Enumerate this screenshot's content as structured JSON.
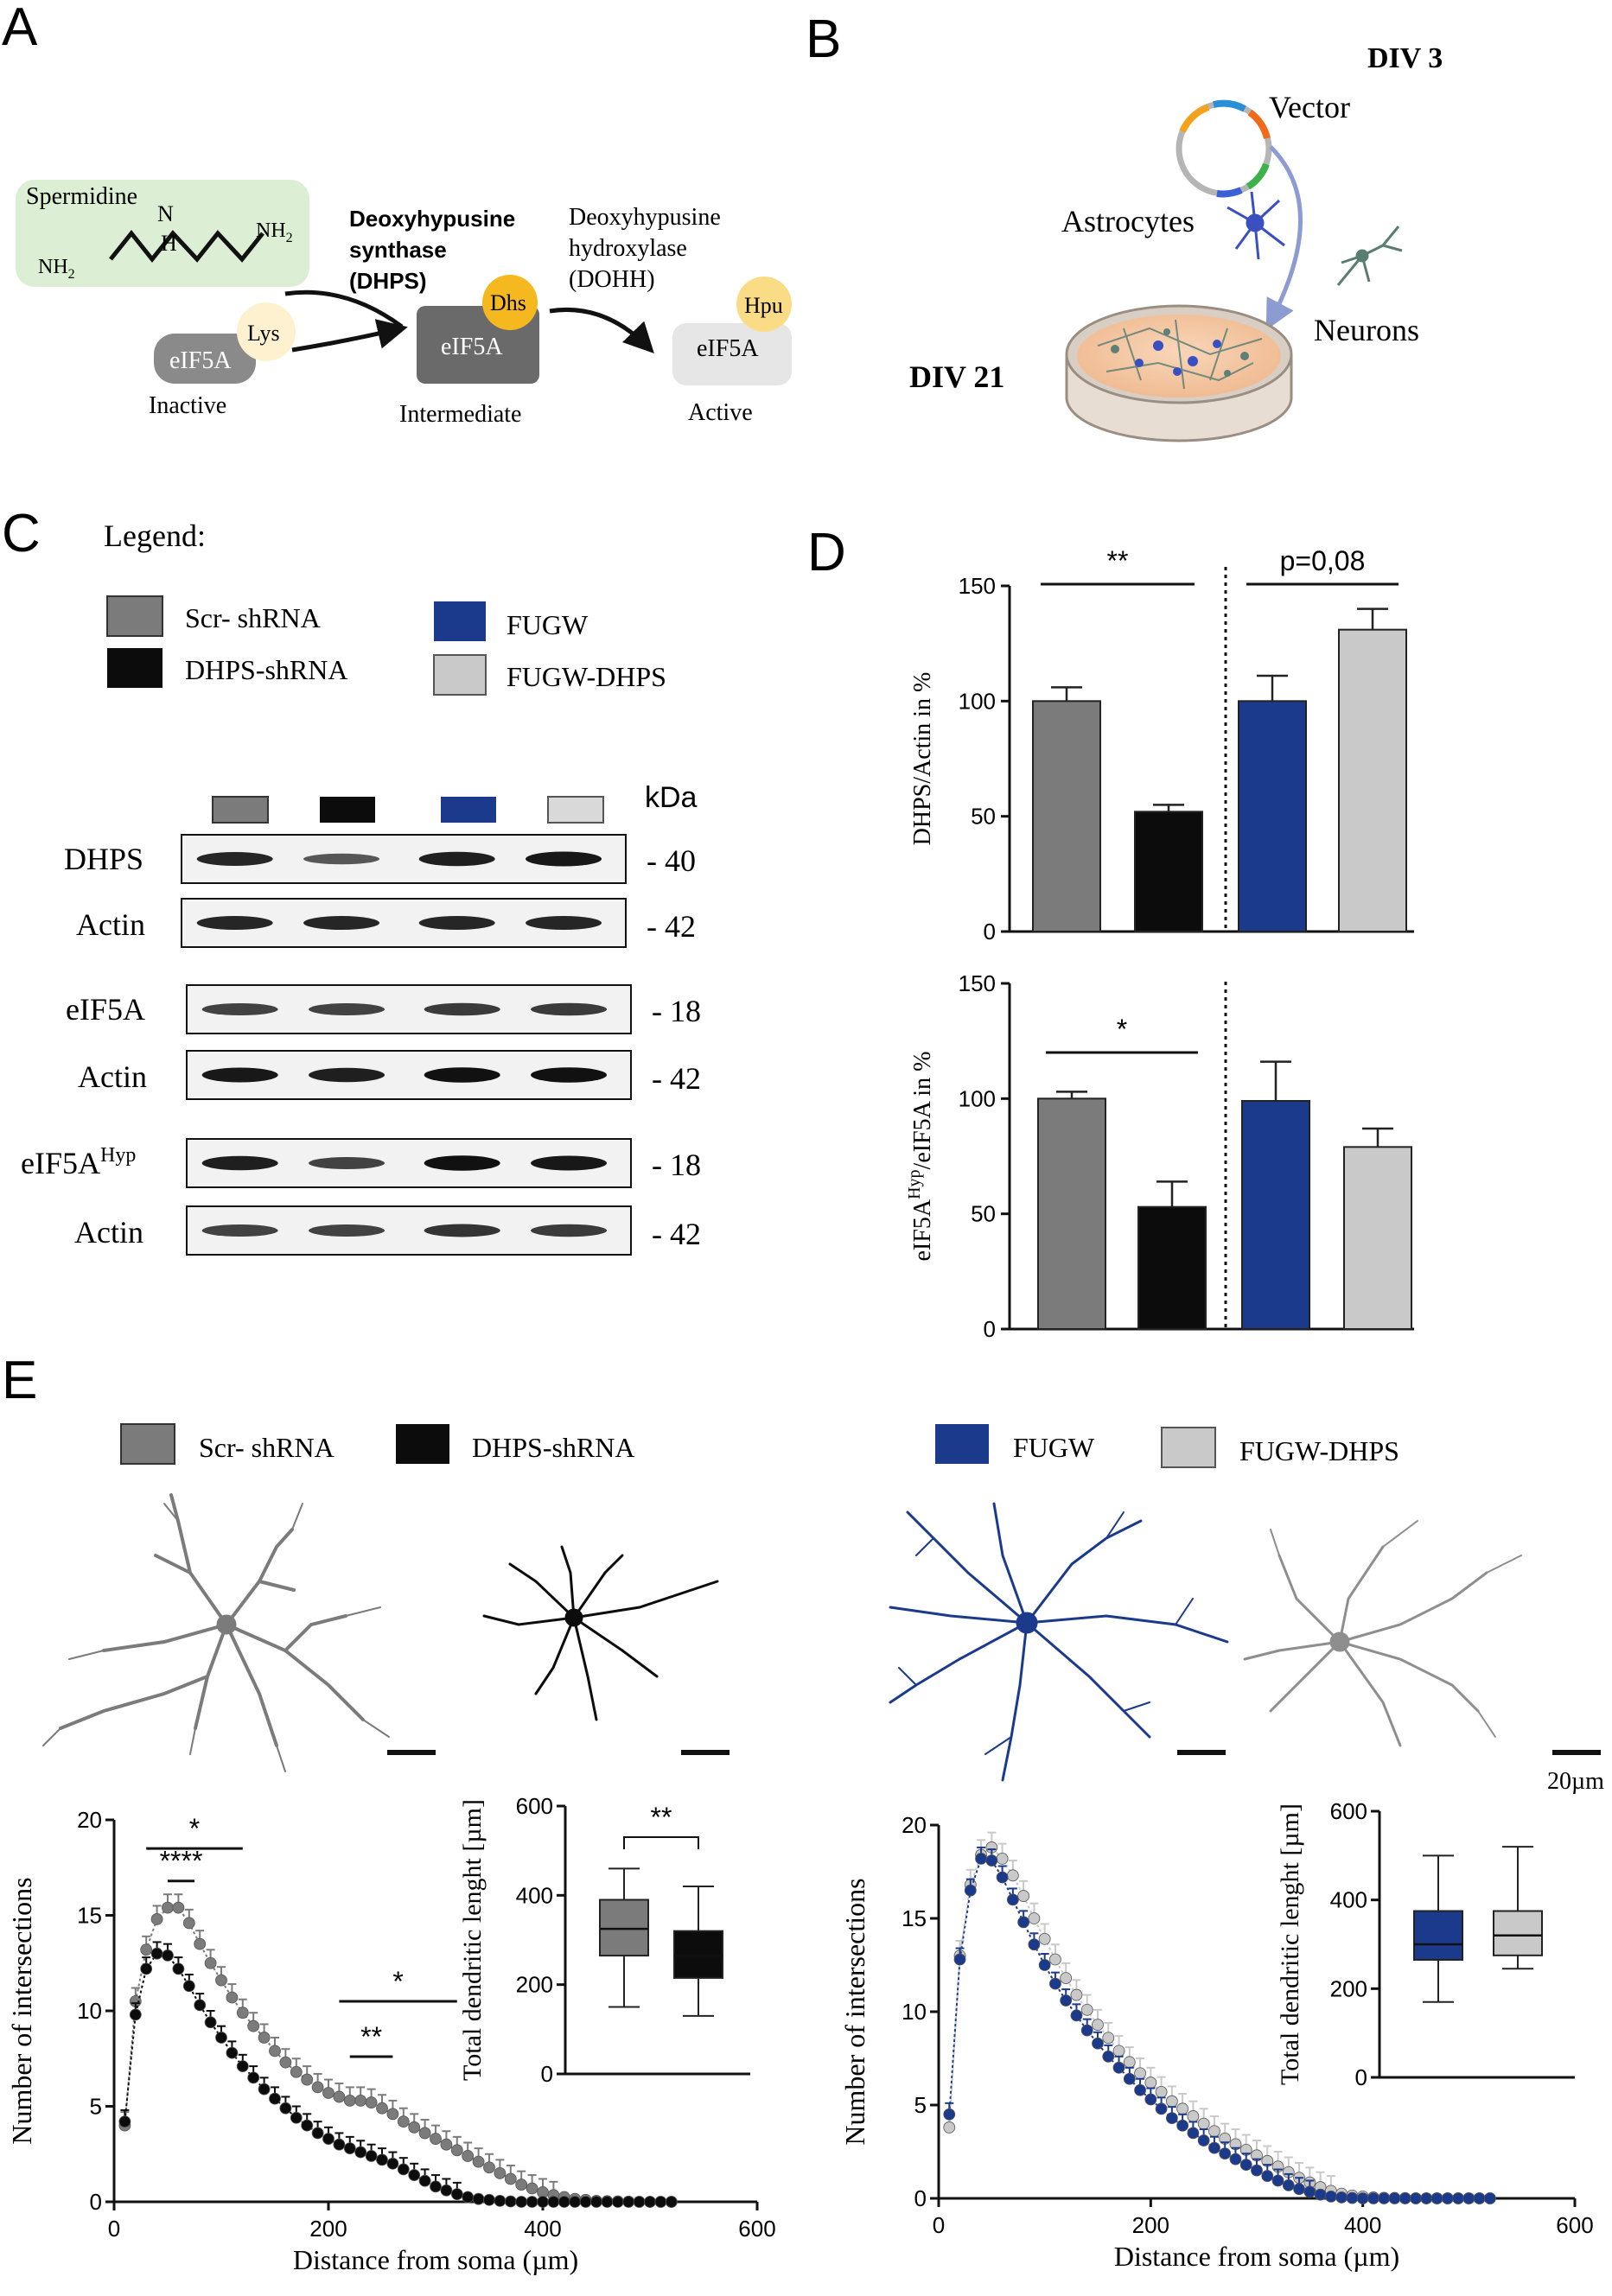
{
  "colors": {
    "scr": "#7b7b7b",
    "dhps_sh": "#0c0c0c",
    "fugw": "#1b3a8c",
    "fugw_dhps": "#c9c9c9",
    "spermidine_bg": "#dcefd4",
    "lys_bg": "#fdf1cf",
    "dhs_bg": "#f6b81f",
    "hpu_bg": "#fbdc86",
    "dish": "#f3c7a4"
  },
  "panelA": {
    "letter": "A",
    "spermidine": "Spermidine",
    "atom_n": "N",
    "atom_h": "H",
    "nh2_left": "NH",
    "nh2_right": "NH",
    "sub2": "2",
    "lys": "Lys",
    "eif5a_inactive": "eIF5A",
    "inactive": "Inactive",
    "enzyme1_l1": "Deoxyhypusine",
    "enzyme1_l2": "synthase",
    "enzyme1_l3": "(DHPS)",
    "dhs": "Dhs",
    "eif5a_intermediate": "eIF5A",
    "intermediate": "Intermediate",
    "enzyme2_l1": "Deoxyhypusine",
    "enzyme2_l2": "hydroxylase",
    "enzyme2_l3": "(DOHH)",
    "hpu": "Hpu",
    "eif5a_active": "eIF5A",
    "active": "Active"
  },
  "panelB": {
    "letter": "B",
    "div3": "DIV 3",
    "vector": "Vector",
    "astrocytes": "Astrocytes",
    "neurons": "Neurons",
    "div21": "DIV 21"
  },
  "panelC": {
    "letter": "C",
    "legend_title": "Legend:",
    "legend": [
      {
        "label": "Scr- shRNA",
        "color": "#7b7b7b"
      },
      {
        "label": "DHPS-shRNA",
        "color": "#0c0c0c"
      },
      {
        "label": "FUGW",
        "color": "#1b3a8c"
      },
      {
        "label": "FUGW-DHPS",
        "color": "#c9c9c9"
      }
    ],
    "kda": "kDa",
    "blots": [
      {
        "label": "DHPS",
        "sup": "",
        "mw": "- 40",
        "bands": [
          0.8,
          0.45,
          0.85,
          0.9
        ]
      },
      {
        "label": "Actin",
        "sup": "",
        "mw": "- 42",
        "bands": [
          0.8,
          0.8,
          0.8,
          0.8
        ]
      },
      {
        "label": "eIF5A",
        "sup": "",
        "mw": "- 18",
        "bands": [
          0.6,
          0.6,
          0.65,
          0.65
        ]
      },
      {
        "label": "Actin",
        "sup": "",
        "mw": "- 42",
        "bands": [
          0.9,
          0.85,
          0.95,
          0.95
        ]
      },
      {
        "label": "eIF5A",
        "sup": "Hyp",
        "mw": "- 18",
        "bands": [
          0.85,
          0.6,
          0.95,
          0.9
        ]
      },
      {
        "label": "Actin",
        "sup": "",
        "mw": "- 42",
        "bands": [
          0.6,
          0.6,
          0.7,
          0.65
        ]
      }
    ]
  },
  "panelD": {
    "letter": "D"
  },
  "panelE": {
    "letter": "E",
    "legend_left": [
      {
        "label": "Scr- shRNA",
        "color": "#7b7b7b"
      },
      {
        "label": "DHPS-shRNA",
        "color": "#0c0c0c"
      }
    ],
    "legend_right": [
      {
        "label": "FUGW",
        "color": "#1b3a8c"
      },
      {
        "label": "FUGW-DHPS",
        "color": "#c9c9c9"
      }
    ],
    "scale_bar": "20µm"
  },
  "chart_data": [
    {
      "id": "D-top",
      "type": "bar",
      "ylabel": "DHPS/Actin in %",
      "ylim": [
        0,
        150
      ],
      "yticks": [
        0,
        50,
        100,
        150
      ],
      "categories": [
        "Scr- shRNA",
        "DHPS-shRNA",
        "FUGW",
        "FUGW-DHPS"
      ],
      "values": [
        100,
        52,
        100,
        131
      ],
      "errors": [
        6,
        3,
        11,
        9
      ],
      "colors": [
        "#7b7b7b",
        "#0c0c0c",
        "#1b3a8c",
        "#c9c9c9"
      ],
      "annotations": [
        {
          "text": "**",
          "from": 0,
          "to": 1
        },
        {
          "text": "p=0,08",
          "from": 2,
          "to": 3
        }
      ]
    },
    {
      "id": "D-bottom",
      "type": "bar",
      "ylabel_main": "eIF5A",
      "ylabel_sup": "Hyp",
      "ylabel_rest": "/eIF5A in %",
      "ylim": [
        0,
        150
      ],
      "yticks": [
        0,
        50,
        100,
        150
      ],
      "categories": [
        "Scr- shRNA",
        "DHPS-shRNA",
        "FUGW",
        "FUGW-DHPS"
      ],
      "values": [
        100,
        53,
        99,
        79
      ],
      "errors": [
        3,
        11,
        17,
        8
      ],
      "colors": [
        "#7b7b7b",
        "#0c0c0c",
        "#1b3a8c",
        "#c9c9c9"
      ],
      "annotations": [
        {
          "text": "*",
          "from": 0,
          "to": 1
        }
      ]
    },
    {
      "id": "E-sholl-left",
      "type": "line",
      "xlabel": "Distance from soma (µm)",
      "ylabel": "Number of intersections",
      "xlim": [
        0,
        600
      ],
      "ylim": [
        0,
        20
      ],
      "xticks": [
        0,
        200,
        400,
        600
      ],
      "yticks": [
        0,
        5,
        10,
        15,
        20
      ],
      "x": [
        10,
        20,
        30,
        40,
        50,
        60,
        70,
        80,
        90,
        100,
        110,
        120,
        130,
        140,
        150,
        160,
        170,
        180,
        190,
        200,
        210,
        220,
        230,
        240,
        250,
        260,
        270,
        280,
        290,
        300,
        310,
        320,
        330,
        340,
        350,
        360,
        370,
        380,
        390,
        400,
        410,
        420,
        430,
        440,
        450,
        460,
        470,
        480,
        490,
        500,
        510,
        520
      ],
      "series": [
        {
          "name": "Scr- shRNA",
          "color": "#7b7b7b",
          "error": 0.7,
          "values": [
            4.0,
            10.5,
            13.2,
            14.8,
            15.4,
            15.4,
            14.6,
            13.5,
            12.5,
            11.6,
            10.7,
            9.9,
            9.2,
            8.6,
            7.9,
            7.3,
            6.8,
            6.4,
            6.0,
            5.7,
            5.5,
            5.3,
            5.3,
            5.2,
            4.9,
            4.6,
            4.2,
            3.9,
            3.6,
            3.3,
            3.0,
            2.7,
            2.4,
            2.1,
            1.8,
            1.5,
            1.2,
            0.9,
            0.7,
            0.5,
            0.35,
            0.25,
            0.15,
            0.1,
            0.05,
            0.03,
            0.02,
            0.01,
            0,
            0,
            0,
            0
          ]
        },
        {
          "name": "DHPS-shRNA",
          "color": "#0c0c0c",
          "error": 0.6,
          "values": [
            4.2,
            9.8,
            12.2,
            13.0,
            12.9,
            12.2,
            11.3,
            10.3,
            9.4,
            8.6,
            7.8,
            7.1,
            6.5,
            5.9,
            5.4,
            4.9,
            4.4,
            4.0,
            3.6,
            3.3,
            3.0,
            2.8,
            2.6,
            2.4,
            2.2,
            2.0,
            1.7,
            1.4,
            1.1,
            0.8,
            0.6,
            0.4,
            0.25,
            0.15,
            0.1,
            0.05,
            0.02,
            0,
            0,
            0,
            0,
            0,
            0,
            0,
            0,
            0,
            0,
            0,
            0,
            0,
            0,
            0
          ]
        }
      ],
      "annotations": [
        {
          "text": "*",
          "from": 30,
          "to": 120,
          "y": 18.5
        },
        {
          "text": "****",
          "from": 50,
          "to": 75,
          "y": 16.8
        },
        {
          "text": "*",
          "from": 210,
          "to": 320,
          "y": 10.5
        },
        {
          "text": "**",
          "from": 220,
          "to": 260,
          "y": 7.6
        }
      ]
    },
    {
      "id": "E-box-left",
      "type": "box",
      "ylabel": "Total dendritic lenght [µm]",
      "ylim": [
        0,
        600
      ],
      "yticks": [
        0,
        200,
        400,
        600
      ],
      "boxes": [
        {
          "name": "Scr- shRNA",
          "min": 150,
          "q1": 265,
          "median": 325,
          "q3": 390,
          "max": 460,
          "color": "#7b7b7b"
        },
        {
          "name": "DHPS-shRNA",
          "min": 130,
          "q1": 215,
          "median": 265,
          "q3": 320,
          "max": 420,
          "color": "#0c0c0c"
        }
      ],
      "annotations": [
        {
          "text": "**",
          "from": 0,
          "to": 1
        }
      ]
    },
    {
      "id": "E-sholl-right",
      "type": "line",
      "xlabel": "Distance from soma (µm)",
      "ylabel": "Number of intersections",
      "xlim": [
        0,
        600
      ],
      "ylim": [
        0,
        20
      ],
      "xticks": [
        0,
        200,
        400,
        600
      ],
      "yticks": [
        0,
        5,
        10,
        15,
        20
      ],
      "x": [
        10,
        20,
        30,
        40,
        50,
        60,
        70,
        80,
        90,
        100,
        110,
        120,
        130,
        140,
        150,
        160,
        170,
        180,
        190,
        200,
        210,
        220,
        230,
        240,
        250,
        260,
        270,
        280,
        290,
        300,
        310,
        320,
        330,
        340,
        350,
        360,
        370,
        380,
        390,
        400,
        410,
        420,
        430,
        440,
        450,
        460,
        470,
        480,
        490,
        500,
        510,
        520
      ],
      "series": [
        {
          "name": "FUGW-DHPS",
          "color": "#c9c9c9",
          "error": 0.8,
          "values": [
            3.8,
            13.0,
            16.8,
            18.4,
            18.8,
            18.2,
            17.3,
            16.2,
            15.0,
            13.9,
            12.8,
            11.8,
            10.9,
            10.1,
            9.3,
            8.6,
            7.9,
            7.3,
            6.7,
            6.2,
            5.7,
            5.2,
            4.8,
            4.4,
            4.0,
            3.6,
            3.2,
            2.9,
            2.6,
            2.3,
            2.0,
            1.7,
            1.4,
            1.1,
            0.85,
            0.6,
            0.4,
            0.25,
            0.15,
            0.1,
            0.05,
            0.03,
            0.02,
            0.01,
            0,
            0,
            0,
            0,
            0,
            0,
            0,
            0
          ]
        },
        {
          "name": "FUGW",
          "color": "#1b3a8c",
          "error": 0.6,
          "values": [
            4.5,
            12.8,
            16.5,
            18.2,
            18.1,
            17.2,
            16.0,
            14.8,
            13.6,
            12.5,
            11.5,
            10.6,
            9.8,
            9.0,
            8.3,
            7.6,
            7.0,
            6.4,
            5.8,
            5.3,
            4.8,
            4.3,
            3.9,
            3.5,
            3.1,
            2.7,
            2.4,
            2.1,
            1.8,
            1.5,
            1.2,
            0.95,
            0.7,
            0.5,
            0.35,
            0.2,
            0.1,
            0.05,
            0.02,
            0,
            0,
            0,
            0,
            0,
            0,
            0,
            0,
            0,
            0,
            0,
            0,
            0
          ]
        }
      ],
      "annotations": []
    },
    {
      "id": "E-box-right",
      "type": "box",
      "ylabel": "Total dendritic lenght [µm]",
      "ylim": [
        0,
        600
      ],
      "yticks": [
        0,
        200,
        400,
        600
      ],
      "boxes": [
        {
          "name": "FUGW",
          "min": 170,
          "q1": 265,
          "median": 300,
          "q3": 375,
          "max": 500,
          "color": "#1b3a8c"
        },
        {
          "name": "FUGW-DHPS",
          "min": 245,
          "q1": 275,
          "median": 320,
          "q3": 375,
          "max": 520,
          "color": "#c9c9c9"
        }
      ],
      "annotations": []
    }
  ]
}
